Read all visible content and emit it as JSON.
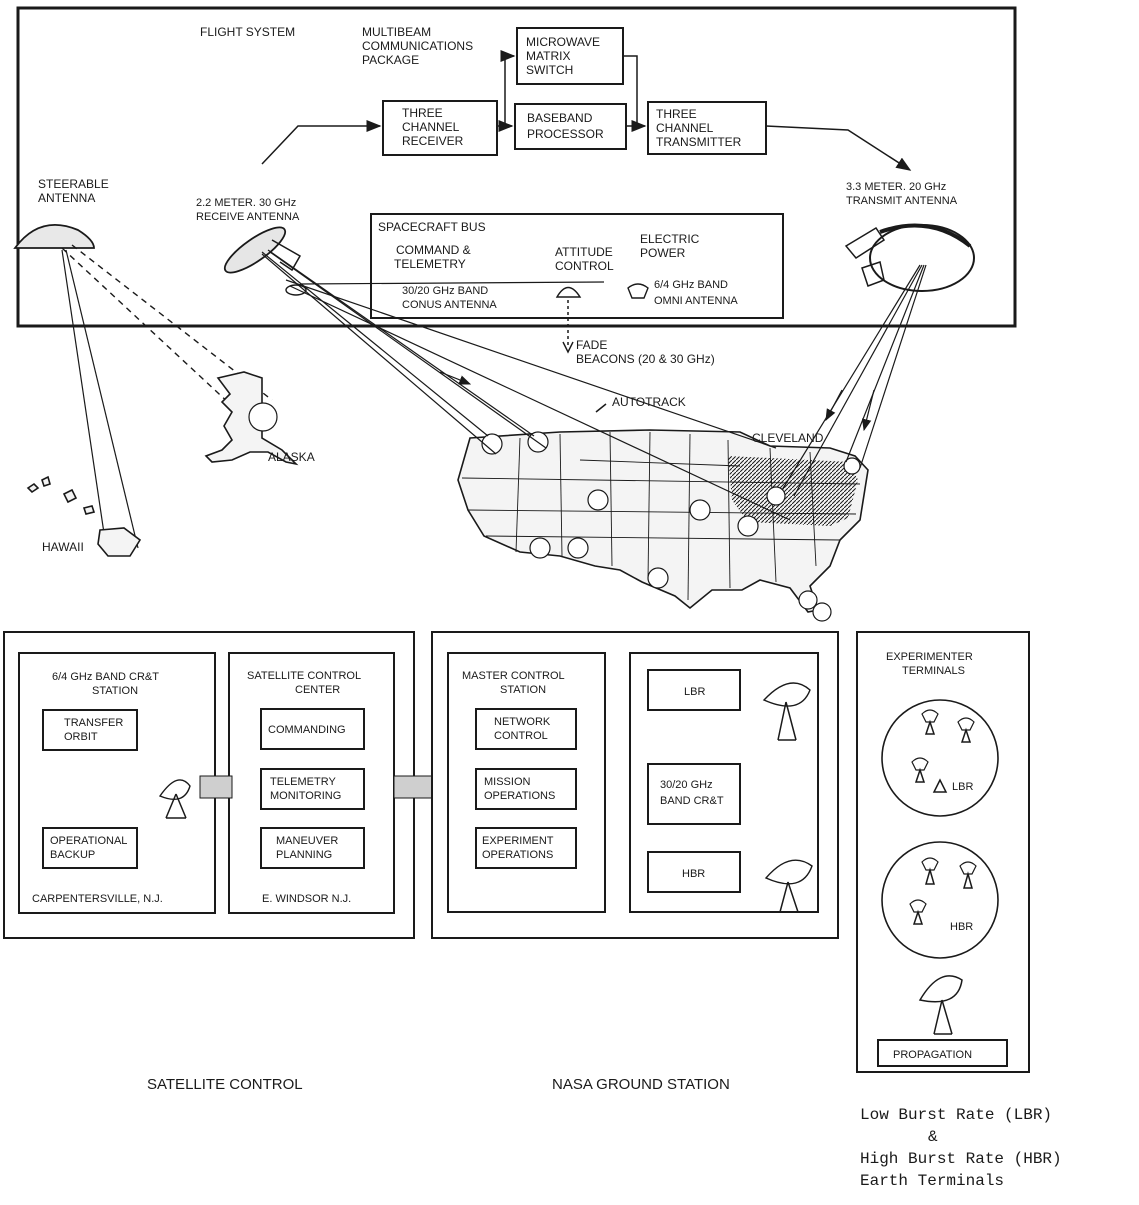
{
  "flight": {
    "title": "FLIGHT SYSTEM",
    "mcp_line1": "MULTIBEAM",
    "mcp_line2": "COMMUNICATIONS",
    "mcp_line3": "PACKAGE",
    "mms_line1": "MICROWAVE",
    "mms_line2": "MATRIX",
    "mms_line3": "SWITCH",
    "rcv_line1": "THREE",
    "rcv_line2": "CHANNEL",
    "rcv_line3": "RECEIVER",
    "bbp_line1": "BASEBAND",
    "bbp_line2": "PROCESSOR",
    "tx_line1": "THREE",
    "tx_line2": "CHANNEL",
    "tx_line3": "TRANSMITTER",
    "recv_ant_line1": "2.2 METER. 30 GHz",
    "recv_ant_line2": "RECEIVE ANTENNA",
    "tx_ant_line1": "3.3 METER. 20 GHz",
    "tx_ant_line2": "TRANSMIT ANTENNA",
    "bus_title": "SPACECRAFT BUS",
    "cmd_line1": "COMMAND &",
    "cmd_line2": "TELEMETRY",
    "att_line1": "ATTITUDE",
    "att_line2": "CONTROL",
    "pwr_line1": "ELECTRIC",
    "pwr_line2": "POWER",
    "conus_line1": "30/20 GHz BAND",
    "conus_line2": "CONUS ANTENNA",
    "omni_line1": "6/4 GHz BAND",
    "omni_line2": "OMNI ANTENNA"
  },
  "ground": {
    "steerable_line1": "STEERABLE",
    "steerable_line2": "ANTENNA",
    "fade_line1": "FADE",
    "fade_line2": "BEACONS (20 & 30 GHz)",
    "autotrack": "AUTOTRACK",
    "cleveland": "CLEVELAND",
    "alaska": "ALASKA",
    "hawaii": "HAWAII"
  },
  "satellite_control": {
    "crt_line1": "6/4 GHz BAND CR&T",
    "crt_line2": "STATION",
    "transfer_line1": "TRANSFER",
    "transfer_line2": "ORBIT",
    "backup_line1": "OPERATIONAL",
    "backup_line2": "BACKUP",
    "carp": "CARPENTERSVILLE, N.J.",
    "scc_line1": "SATELLITE CONTROL",
    "scc_line2": "CENTER",
    "commanding": "COMMANDING",
    "tm_line1": "TELEMETRY",
    "tm_line2": "MONITORING",
    "mp_line1": "MANEUVER",
    "mp_line2": "PLANNING",
    "windsor": "E. WINDSOR N.J.",
    "caption": "SATELLITE CONTROL"
  },
  "nasa": {
    "mcs_line1": "MASTER CONTROL",
    "mcs_line2": "STATION",
    "nc_line1": "NETWORK",
    "nc_line2": "CONTROL",
    "mo_line1": "MISSION",
    "mo_line2": "OPERATIONS",
    "eo_line1": "EXPERIMENT",
    "eo_line2": "OPERATIONS",
    "lbr": "LBR",
    "crt_line1": "30/20 GHz",
    "crt_line2": "BAND CR&T",
    "hbr": "HBR",
    "caption": "NASA GROUND STATION"
  },
  "experimenter": {
    "title_line1": "EXPERIMENTER",
    "title_line2": "TERMINALS",
    "lbr": "LBR",
    "hbr": "HBR",
    "propagation": "PROPAGATION",
    "note_line1": "Low Burst Rate (LBR)",
    "note_line2": "&",
    "note_line3": "High Burst Rate (HBR)",
    "note_line4": "Earth Terminals"
  }
}
